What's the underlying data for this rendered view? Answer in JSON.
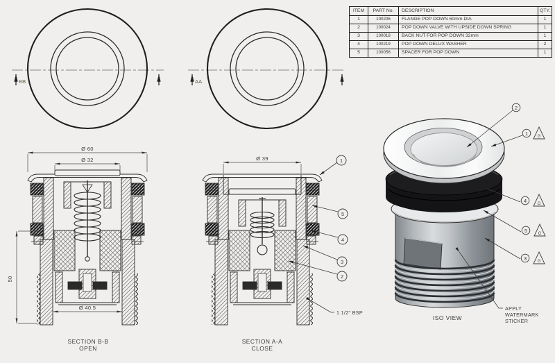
{
  "colors": {
    "background": "#f0efed",
    "line": "#2b2b2b",
    "text": "#3c3c3c"
  },
  "bom_table": {
    "headers": [
      "ITEM",
      "PART No.",
      "DESCRIPTION",
      "QTY."
    ],
    "rows": [
      [
        "1",
        "100206",
        "FLANGE POP DOWN 60mm DIA",
        "1"
      ],
      [
        "2",
        "100024",
        "POP DOWN VALVE WITH UPSIDE DOWN SPRING",
        "1"
      ],
      [
        "3",
        "100018",
        "BACK NUT FOR POP DOWN 32mm",
        "1"
      ],
      [
        "4",
        "100219",
        "POP DOWN DELUX WASHER",
        "2"
      ],
      [
        "5",
        "100056",
        "SPACER FOR POP DOWN",
        "1"
      ]
    ]
  },
  "top_views": {
    "bb_label": "BB",
    "aa_label": "AA"
  },
  "section_bb": {
    "title": "SECTION B-B",
    "state": "OPEN",
    "dim_flange": "Ø 60",
    "dim_button": "Ø 32",
    "dim_thread": "Ø 40.5",
    "dim_height": "50"
  },
  "section_aa": {
    "title": "SECTION A-A",
    "state": "CLOSE",
    "dim_top": "Ø 39",
    "thread_note": "1 1/2\" BSP"
  },
  "iso_view": {
    "title": "ISO VIEW",
    "note_line1": "APPLY",
    "note_line2": "WATERMARK",
    "note_line3": "STICKER",
    "inspection_letter": "G"
  },
  "callouts": {
    "c1": "1",
    "c2": "2",
    "c3": "3",
    "c4": "4",
    "c5": "5"
  }
}
